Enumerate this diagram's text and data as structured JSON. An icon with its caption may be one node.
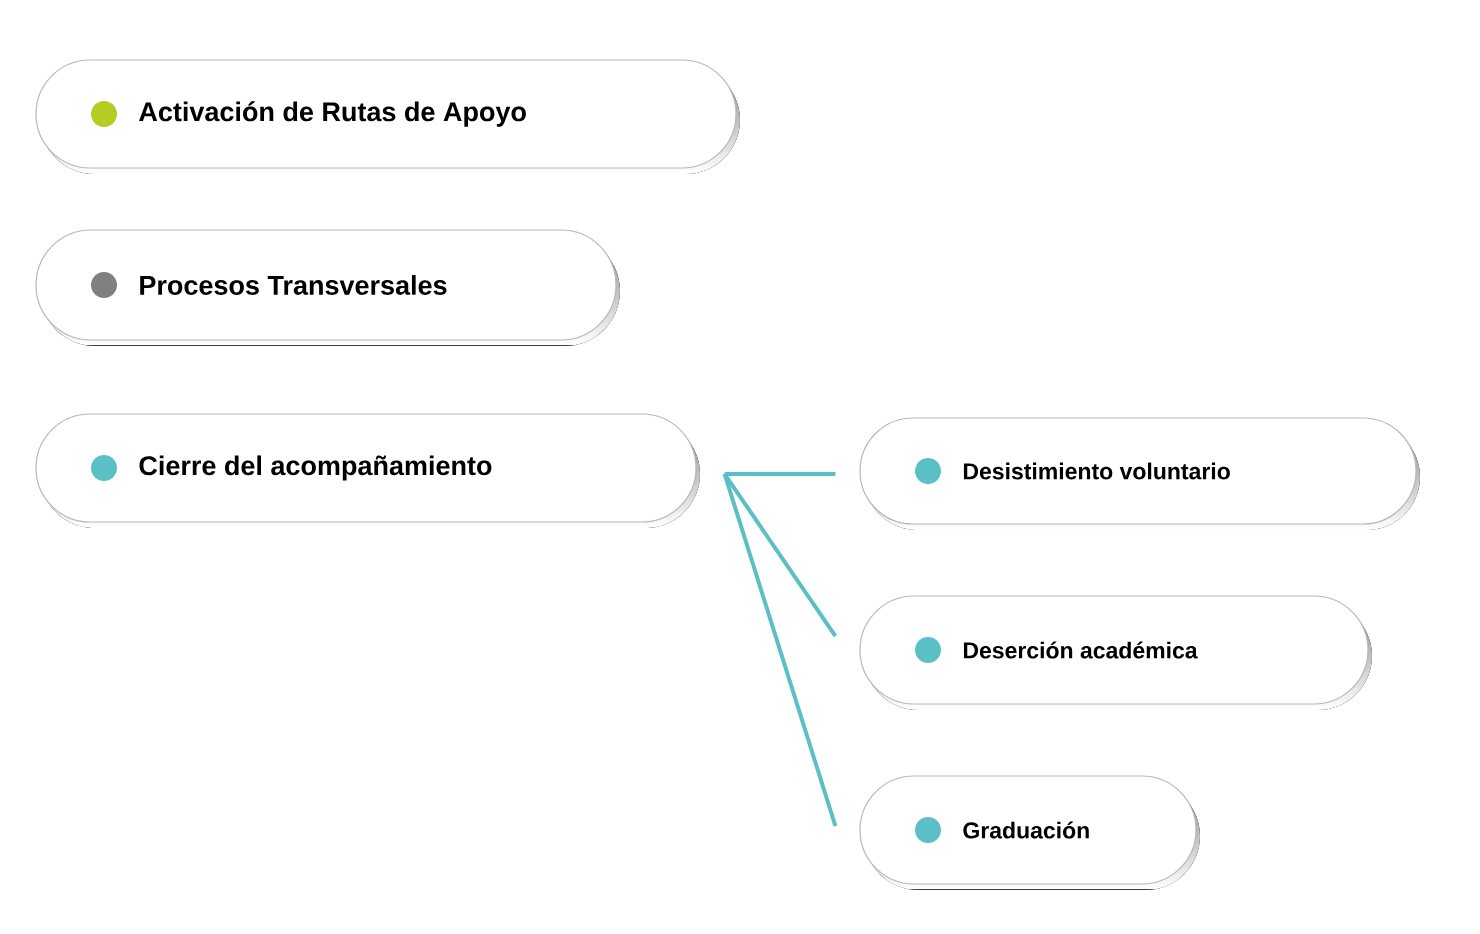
{
  "diagram": {
    "nodes": [
      {
        "text": [
          "Activación de Rutas de Apoyo"
        ]
      },
      {
        "text": [
          "Procesos Transversales"
        ]
      },
      {
        "text": [
          "Cierre del acompañamiento"
        ]
      },
      {
        "text": [
          "Desistimiento voluntario"
        ]
      },
      {
        "text": [
          "Deserción académica"
        ]
      },
      {
        "text": [
          "Graduación"
        ]
      }
    ],
    "edges": [
      {
        "from": 2,
        "to": 3,
        "arrow": "none"
      },
      {
        "from": 2,
        "to": 4,
        "arrow": "none"
      },
      {
        "from": 2,
        "to": 5,
        "arrow": "none"
      }
    ]
  }
}
